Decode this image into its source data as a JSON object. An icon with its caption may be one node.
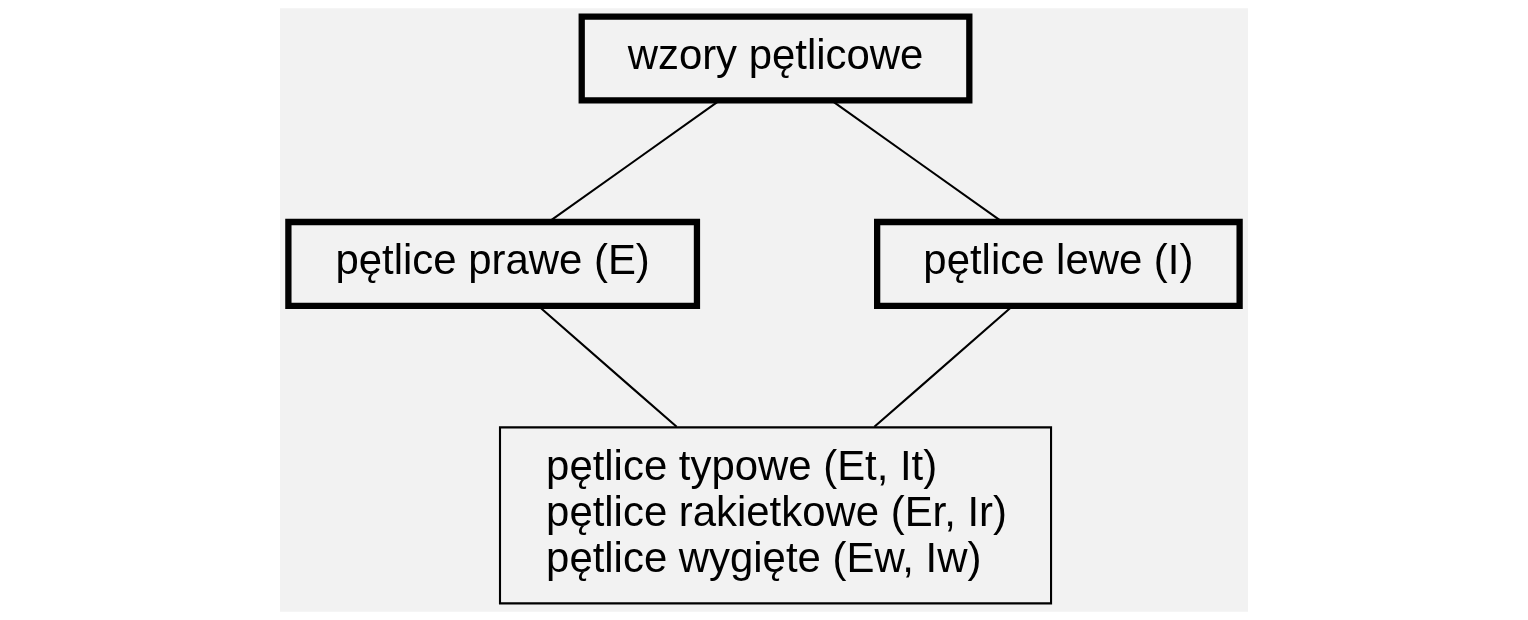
{
  "diagram": {
    "nodes": [
      {
        "text": [
          "wzory pętlicowe"
        ]
      },
      {
        "text": [
          "pętlice prawe (E)"
        ]
      },
      {
        "text": [
          "pętlice lewe (I)"
        ]
      },
      {
        "text": [
          "pętlice typowe (Et, It)",
          "pętlice rakietkowe (Er, Ir)",
          "pętlice wygięte (Ew, Iw)"
        ]
      }
    ],
    "edges": [
      {
        "from": 0,
        "to": 1,
        "arrow": "none"
      },
      {
        "from": 0,
        "to": 2,
        "arrow": "none"
      },
      {
        "from": 1,
        "to": 3,
        "arrow": "none"
      },
      {
        "from": 2,
        "to": 3,
        "arrow": "none"
      }
    ]
  }
}
